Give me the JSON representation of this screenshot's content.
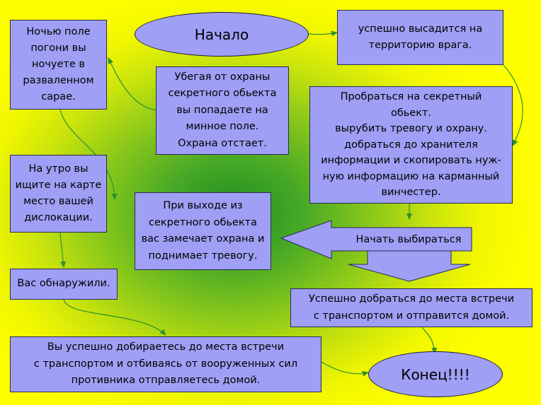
{
  "start": "Начало",
  "end": "Конец!!!!",
  "nodes": {
    "night_field": "Ночью поле\nпогони вы\nночуете в\nразваленном\nсарае.",
    "morning_map": "На утро вы\nищите на карте\nместо вашей\nдислокации.",
    "detected": "Вас обнаружили.",
    "escape_guard": "Убегая от охраны\nсекретного обьекта\nвы попадаете на\nминное поле.\nОхрана отстает.",
    "land": "успешно высадится на\nтерриторию врага.",
    "infiltrate": "Пробраться на секретный\nобьект.\n вырубить тревогу и охрану.\n добраться до хранителя\nинформации и скопировать нуж-\nную информацию на карманный\nвинчестер.",
    "exit_spotted": "При выходе из\nсекретного обьекта\nвас замечает охрана и\nподнимает тревогу.",
    "start_leaving": "Начать выбираться",
    "reach_meeting": "Успешно добраться до места встречи\nс транспортом и отправится домой.",
    "fight_home": "Вы успешно добираетесь до места встречи\nс транспортом и отбиваясь от вооруженных сил\nпротивника отправляетесь домой."
  },
  "colors": {
    "box_fill": "#9f9ff5",
    "connector": "#2f8f2f",
    "background_center": "#1f8f1f",
    "background_edge": "#ffff00"
  }
}
